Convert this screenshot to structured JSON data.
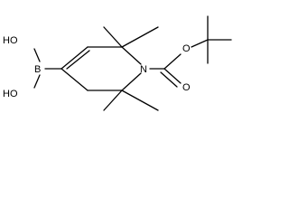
{
  "molecule": {
    "labels": {
      "b": "B",
      "oh_top": "HO",
      "oh_bottom": "HO",
      "n": "N",
      "o_ester": "O",
      "o_carbonyl": "O"
    }
  }
}
